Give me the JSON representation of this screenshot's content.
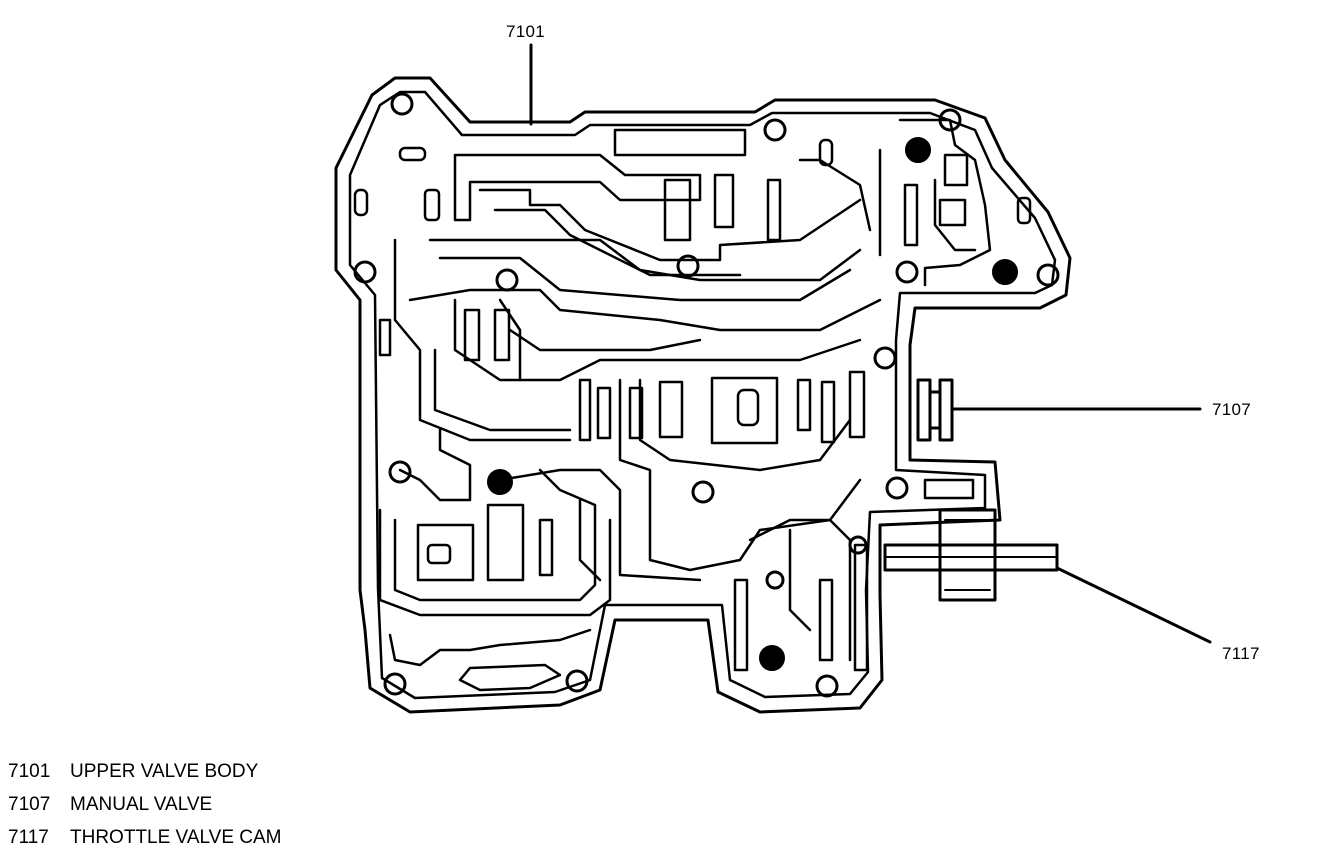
{
  "callouts": {
    "c7101": "7101",
    "c7107": "7107",
    "c7117": "7117"
  },
  "legend": [
    {
      "number": "7101",
      "label": "UPPER VALVE BODY"
    },
    {
      "number": "7107",
      "label": "MANUAL VALVE"
    },
    {
      "number": "7117",
      "label": "THROTTLE VALVE CAM"
    }
  ],
  "colors": {
    "line": "#000000",
    "background": "#ffffff"
  }
}
